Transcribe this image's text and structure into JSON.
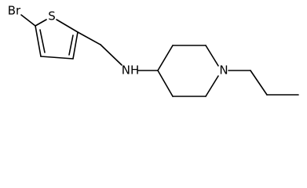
{
  "molecule": {
    "atoms": {
      "br": "Br",
      "s": "S",
      "nh": "NH",
      "n": "N"
    }
  }
}
